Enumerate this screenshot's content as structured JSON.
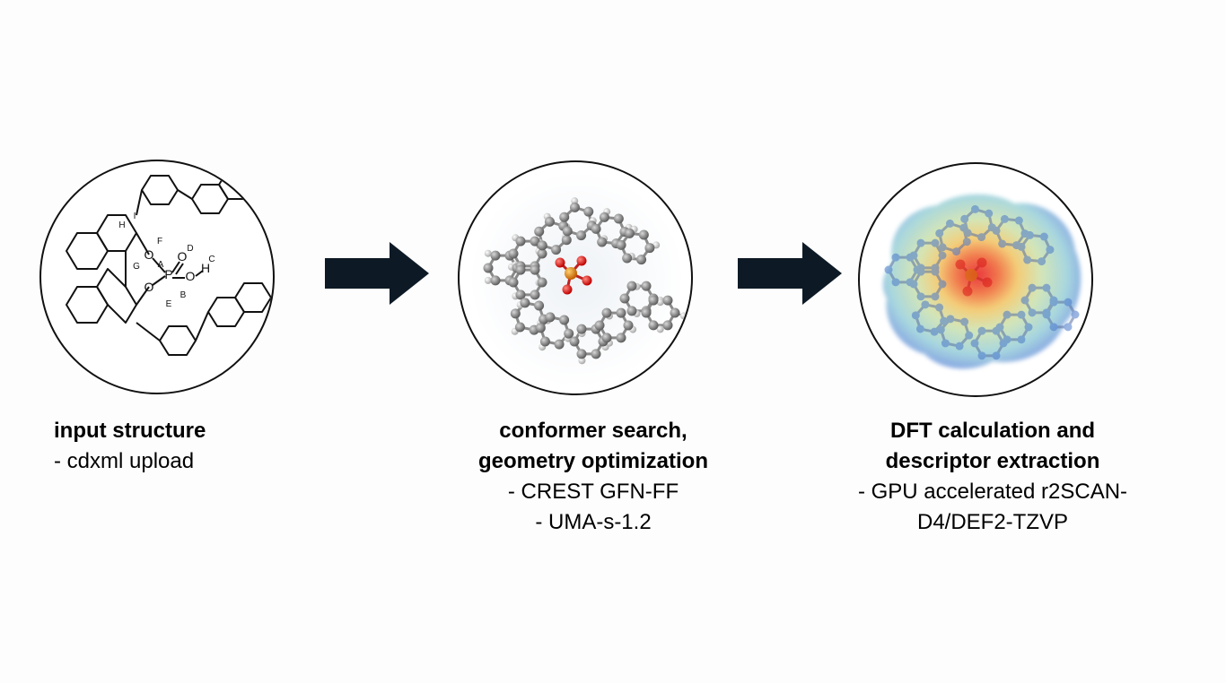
{
  "steps": [
    {
      "title": "input structure",
      "details": [
        "- cdxml upload"
      ]
    },
    {
      "title_line1": "conformer search,",
      "title_line2": "geometry optimization",
      "details": [
        "- CREST GFN-FF",
        "- UMA-s-1.2"
      ]
    },
    {
      "title_line1": "DFT calculation and",
      "title_line2": "descriptor extraction",
      "details": [
        "- GPU accelerated r2SCAN-",
        "D4/DEF2-TZVP"
      ]
    }
  ],
  "structure_labels": {
    "atoms": [
      "O",
      "P",
      "O",
      "O",
      "H",
      "O"
    ],
    "site_letters": [
      "A",
      "B",
      "C",
      "D",
      "E",
      "F",
      "G",
      "H",
      "I"
    ]
  },
  "colors": {
    "arrow": "#0d1a26",
    "outline": "#111111",
    "carbon": "#8a8a8a",
    "hydrogen": "#e6e6e6",
    "oxygen": "#e01010",
    "phosphorus": "#e08a00"
  }
}
